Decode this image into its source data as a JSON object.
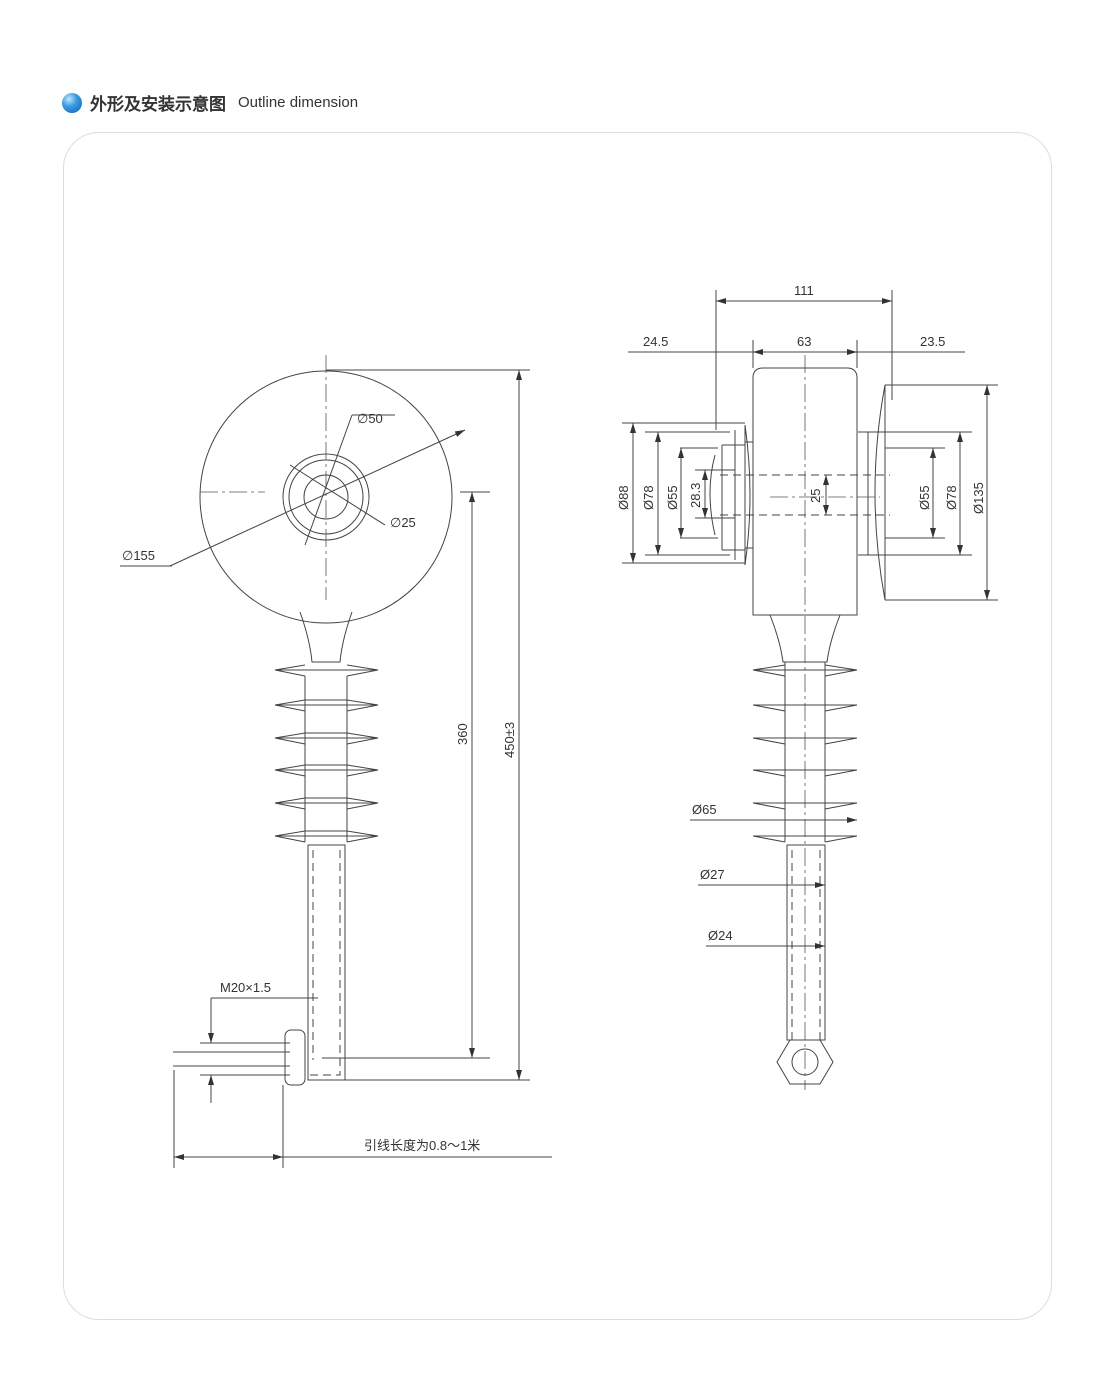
{
  "header": {
    "icon": "blue-ball-bullet-icon",
    "title_cn": "外形及安装示意图",
    "title_en": "Outline dimension"
  },
  "front_view": {
    "dia_155": "∅155",
    "dia_50": "∅50",
    "dia_25": "∅25",
    "height_360": "360",
    "height_450": "450±3",
    "thread": "M20×1.5",
    "lead_note": "引线长度为0.8～1米"
  },
  "side_view": {
    "w111": "111",
    "w24_5": "24.5",
    "w63": "63",
    "w23_5": "23.5",
    "d88": "Ø88",
    "d78_left": "Ø78",
    "d55_left": "Ø55",
    "d28_3": "28.3",
    "d25": "25",
    "d55_right": "Ø55",
    "d78_right": "Ø78",
    "d135": "Ø135",
    "d65": "Ø65",
    "d27": "Ø27",
    "d24": "Ø24"
  }
}
